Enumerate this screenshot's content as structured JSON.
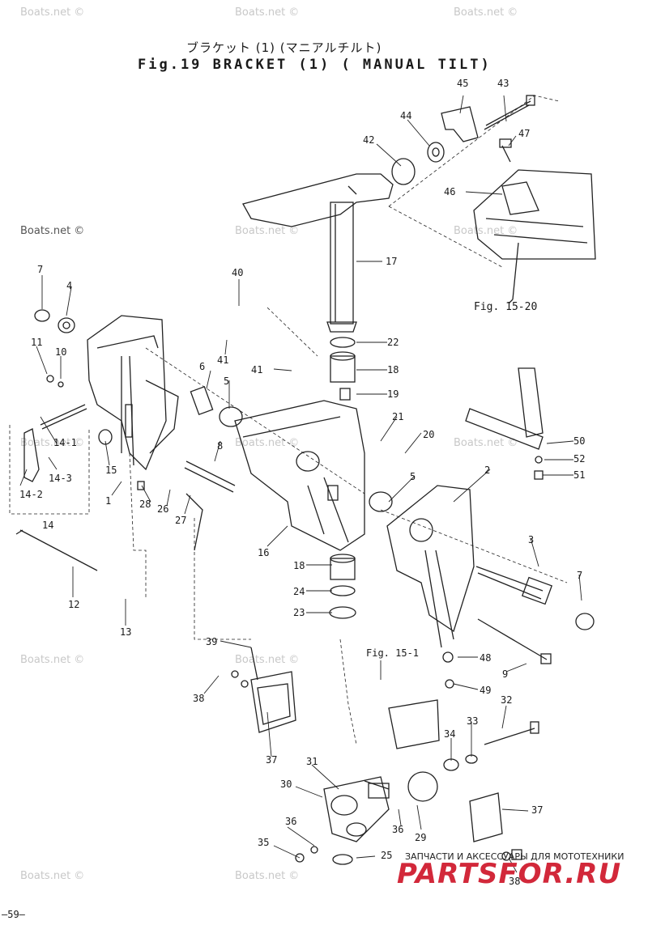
{
  "title_jp": "ブラケット (1) (マニアルチルト)",
  "title_en": "Fig.19  BRACKET (1) ( MANUAL TILT)",
  "watermark": "Boats.net ©",
  "page_number": "—59—",
  "ref_fig_15_20": "Fig. 15-20",
  "ref_fig_15_1": "Fig. 15-1",
  "shop": {
    "tagline": "ЗАПЧАСТИ И АКСЕССУАРЫ ДЛЯ МОТОТЕХНИКИ",
    "logo": "PARTSFOR.RU",
    "color": "#d2283a"
  },
  "part_labels": [
    "45",
    "43",
    "44",
    "42",
    "47",
    "46",
    "17",
    "40",
    "7",
    "4",
    "11",
    "10",
    "41",
    "22",
    "6",
    "5",
    "18",
    "41",
    "19",
    "14-1",
    "21",
    "20",
    "14-3",
    "15",
    "50",
    "52",
    "51",
    "8",
    "14-2",
    "28",
    "26",
    "27",
    "5",
    "2",
    "1",
    "14",
    "16",
    "3",
    "18",
    "12",
    "24",
    "7",
    "23",
    "13",
    "39",
    "Fig. 15-1",
    "48",
    "9",
    "49",
    "38",
    "32",
    "33",
    "37",
    "34",
    "31",
    "30",
    "29",
    "36",
    "37",
    "36",
    "35",
    "25",
    "38"
  ]
}
